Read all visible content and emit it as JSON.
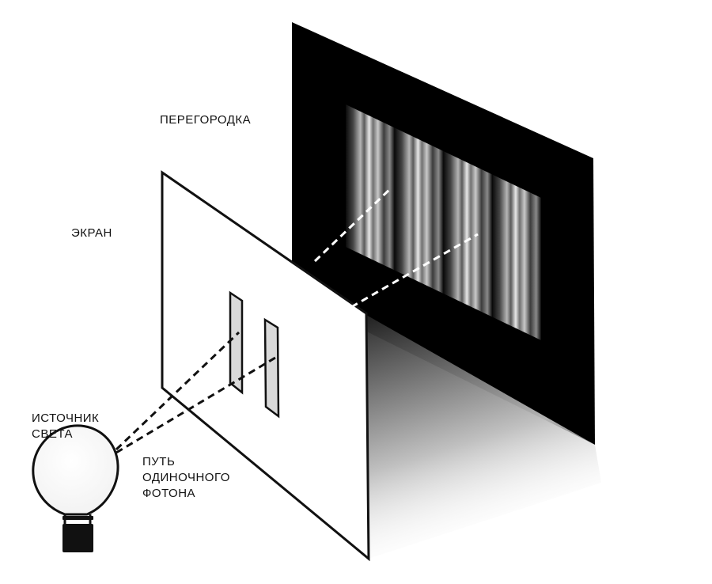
{
  "labels": {
    "partition": "ПЕРЕГОРОДКА",
    "screen": "ЭКРАН",
    "light_source": [
      "ИСТОЧНИК",
      "СВЕТА"
    ],
    "photon_path": [
      "ПУТЬ",
      "ОДИНОЧНОГО",
      "ФОТОНА"
    ]
  },
  "colors": {
    "partition": "#000000",
    "screen": "#ffffff",
    "outline": "#111111",
    "bulb_base": "#111111"
  },
  "interference_pattern": {
    "bright_bands": 4
  }
}
